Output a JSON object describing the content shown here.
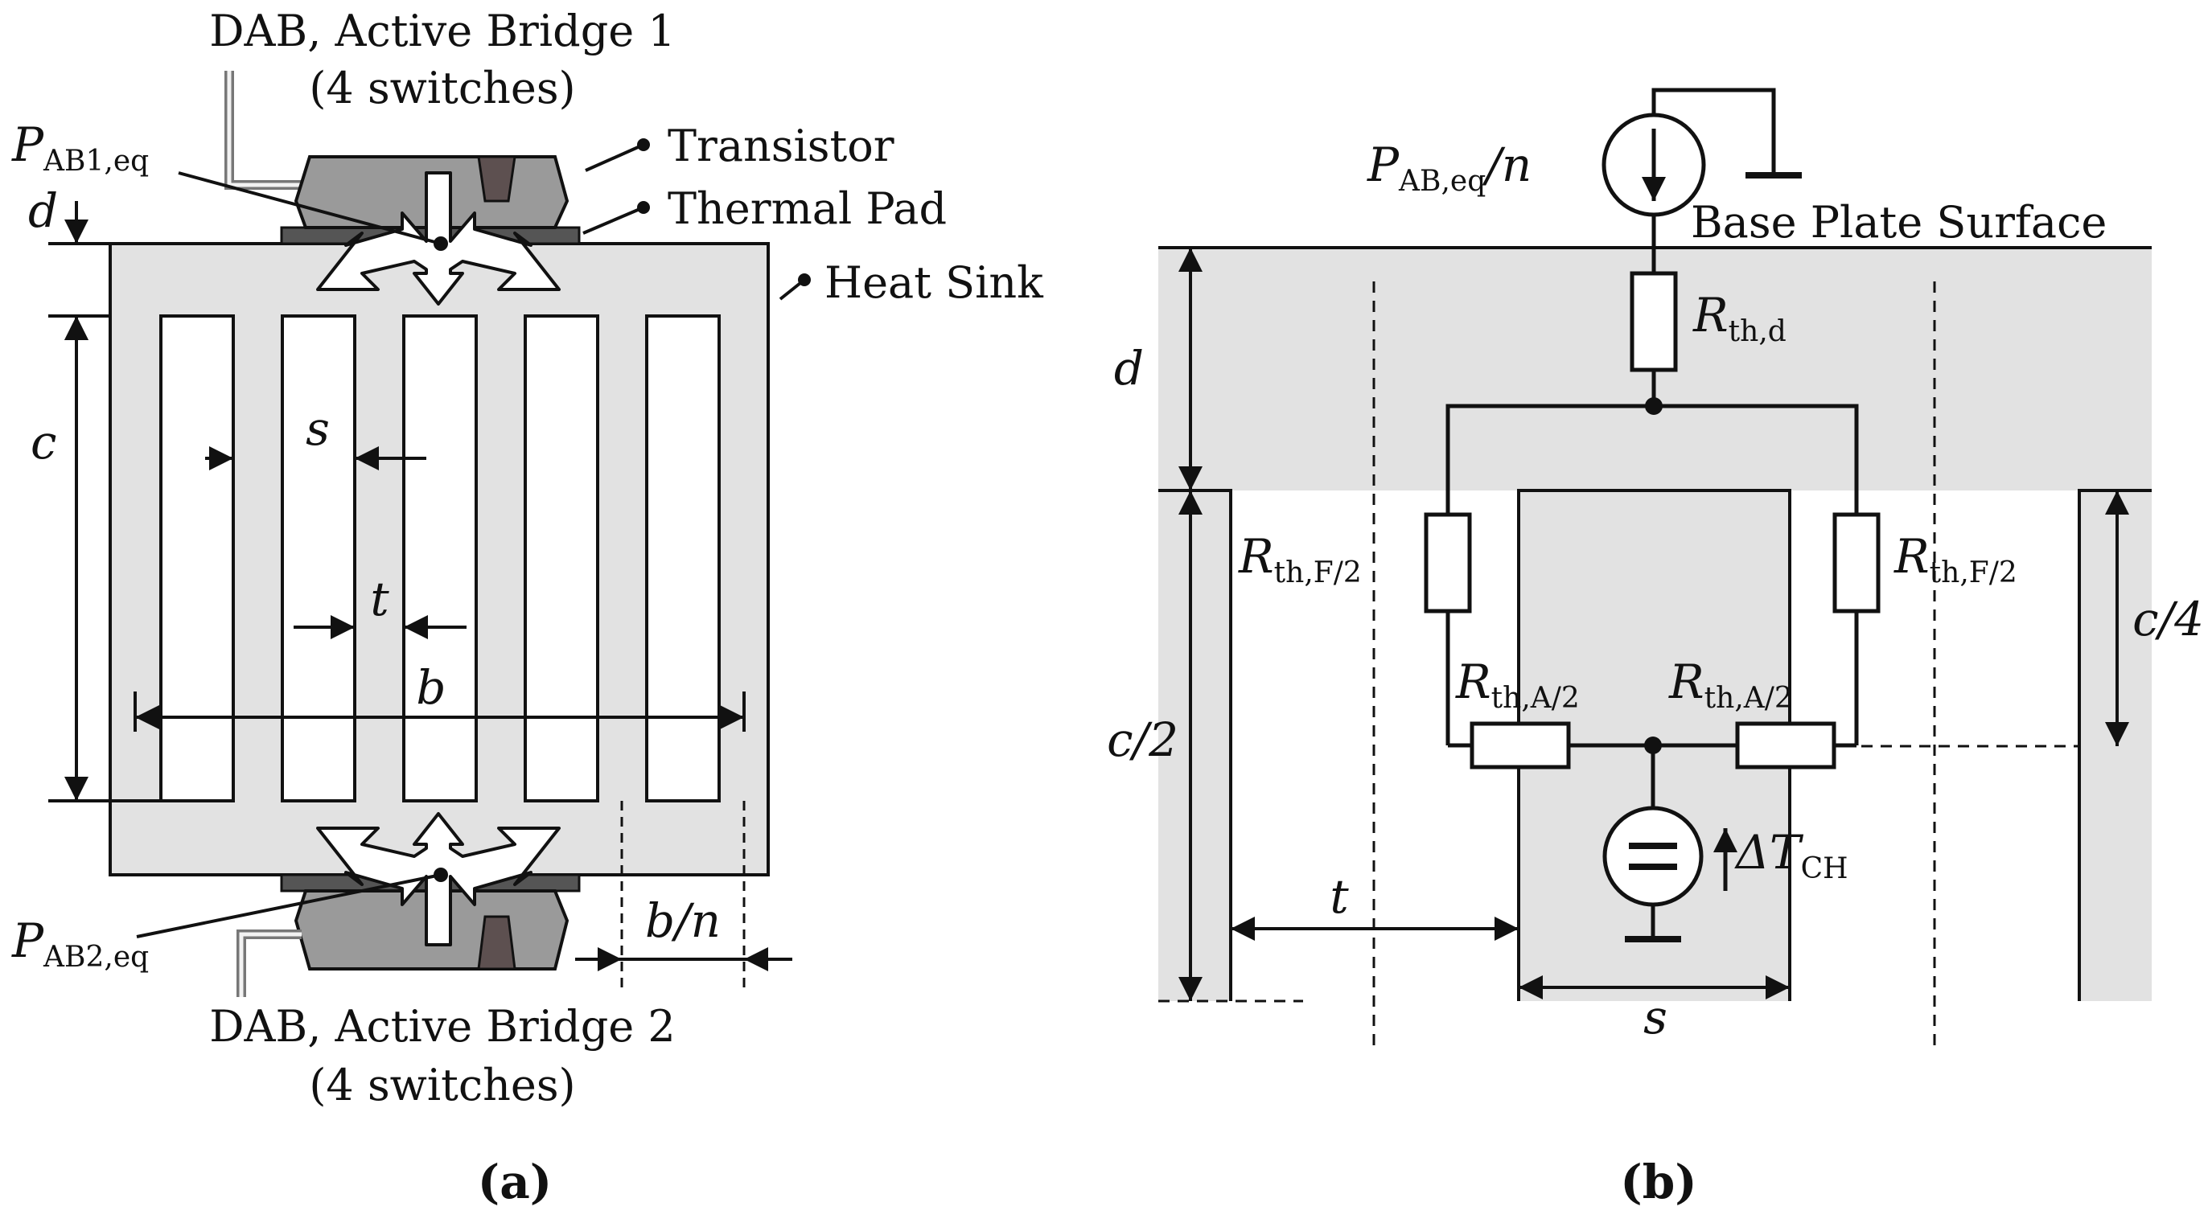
{
  "panel_a": {
    "top_title_line1": "DAB, Active Bridge 1",
    "top_title_line2": "(4 switches)",
    "bottom_title_line1": "DAB, Active Bridge 2",
    "bottom_title_line2": "(4 switches)",
    "p_ab1": {
      "main": "P",
      "sub": "AB1,eq"
    },
    "p_ab2": {
      "main": "P",
      "sub": "AB2,eq"
    },
    "legend_transistor": "Transistor",
    "legend_thermal_pad": "Thermal Pad",
    "legend_heat_sink": "Heat Sink",
    "dim_d": "d",
    "dim_c": "c",
    "dim_s": "s",
    "dim_t": "t",
    "dim_b": "b",
    "dim_bn": "b/n",
    "caption": "(a)"
  },
  "panel_b": {
    "source_label": {
      "main": "P",
      "sub": "AB,eq",
      "tail": "/n"
    },
    "base_plate": "Base Plate Surface",
    "r_d": {
      "main": "R",
      "sub": "th,d"
    },
    "r_f_left": {
      "main": "R",
      "sub": "th,F/2"
    },
    "r_f_right": {
      "main": "R",
      "sub": "th,F/2"
    },
    "r_a_left": {
      "main": "R",
      "sub": "th,A/2"
    },
    "r_a_right": {
      "main": "R",
      "sub": "th,A/2"
    },
    "delta_t": {
      "main": "ΔT",
      "sub": "CH"
    },
    "dim_d": "d",
    "dim_c2": "c/2",
    "dim_c4": "c/4",
    "dim_t": "t",
    "dim_s": "s",
    "caption": "(b)"
  },
  "colors": {
    "heat_sink_fill": "#e2e2e2",
    "transistor_fill": "#9a9a9a",
    "thermal_pad_fill": "#555555",
    "line": "#111111"
  }
}
